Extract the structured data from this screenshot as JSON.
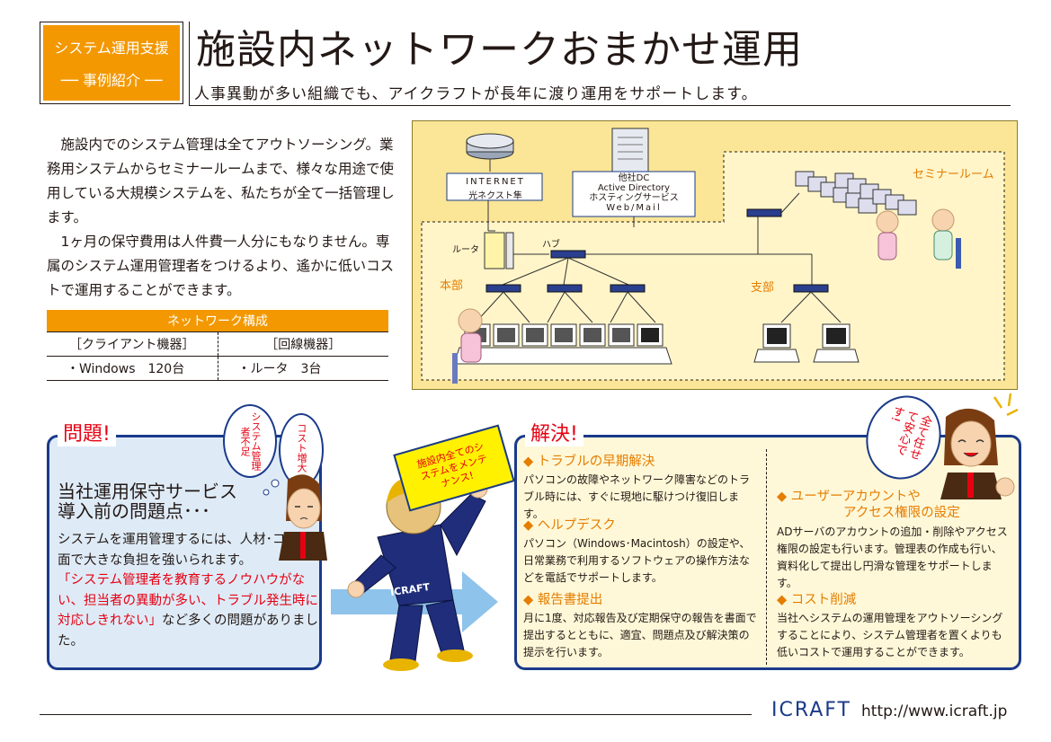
{
  "header": {
    "badge_line1": "システム運用支援",
    "badge_line2": "── 事例紹介 ──",
    "title": "施設内ネットワークおまかせ運用",
    "subtitle": "人事異動が多い組織でも、アイクラフトが長年に渡り運用をサポートします。"
  },
  "intro": {
    "p1": "施設内でのシステム管理は全てアウトソーシング。業務用システムからセミナールームまで、様々な用途で使用している大規模システムを、私たちが全て一括管理します。",
    "p2": "1ヶ月の保守費用は人件費一人分にもなりません。専属のシステム運用管理者をつけるより、遙かに低いコストで運用することができます。"
  },
  "config_table": {
    "title": "ネットワーク構成",
    "headers": [
      "［クライアント機器］",
      "［回線機器］"
    ],
    "rows": [
      [
        "・Windows　120台",
        "・ルータ　3台"
      ]
    ]
  },
  "network": {
    "internet_line1": "INTERNET",
    "internet_line2": "光ネクスト隼",
    "dc_line1": "他社DC",
    "dc_line2": "Active Directory",
    "dc_line3": "ホスティングサービス",
    "dc_line4": "Web/Mail",
    "router_label": "ルータ",
    "hub_label": "ハブ",
    "area_hq": "本部",
    "area_branch": "支部",
    "area_seminar": "セミナールーム"
  },
  "problem": {
    "heading": "問題!",
    "title_line1": "当社運用保守サービス",
    "title_line2": "導入前の問題点･･･",
    "text1": "システムを運用管理するには、人材･コスト面で大きな負担を強いられます。",
    "text_red": "「システム管理者を教育するノウハウがない、担当者の異動が多い、トラブル発生時に対応しきれない」",
    "text2": "など多くの問題がありました。",
    "bubble1": "システム管理者不足",
    "bubble2": "コスト増大"
  },
  "mascot": {
    "badge": "ICRAFT",
    "callout": "施設内全てのシステムをメンテナンス!"
  },
  "solution": {
    "heading": "解決!",
    "bubble": "全て任せて安心です!",
    "items": [
      {
        "title": "トラブルの早期解決",
        "text": "パソコンの故障やネットワーク障害などのトラブル時には、すぐに現地に駆けつけ復旧します。"
      },
      {
        "title": "ヘルプデスク",
        "text": "パソコン（Windows･Macintosh）の設定や、日常業務で利用するソフトウェアの操作方法などを電話でサポートします。"
      },
      {
        "title": "報告書提出",
        "text": "月に1度、対応報告及び定期保守の報告を書面で提出するとともに、適宜、問題点及び解決策の提示を行います。"
      },
      {
        "title_line1": "ユーザーアカウントや",
        "title_line2": "アクセス権限の設定",
        "text": "ADサーバのアカウントの追加・削除やアクセス権限の設定も行います。管理表の作成も行い、資料化して提出し円滑な管理をサポートします。"
      },
      {
        "title": "コスト削減",
        "text": "当社へシステムの運用管理をアウトソーシングすることにより、システム管理者を置くよりも低いコストで運用することができます。"
      }
    ]
  },
  "footer": {
    "logo": "ICRAFT",
    "url": "http://www.icraft.jp"
  },
  "colors": {
    "orange": "#f39800",
    "navy": "#1a3a8a",
    "red": "#e60012",
    "diagram_bg": "#fbe697"
  }
}
